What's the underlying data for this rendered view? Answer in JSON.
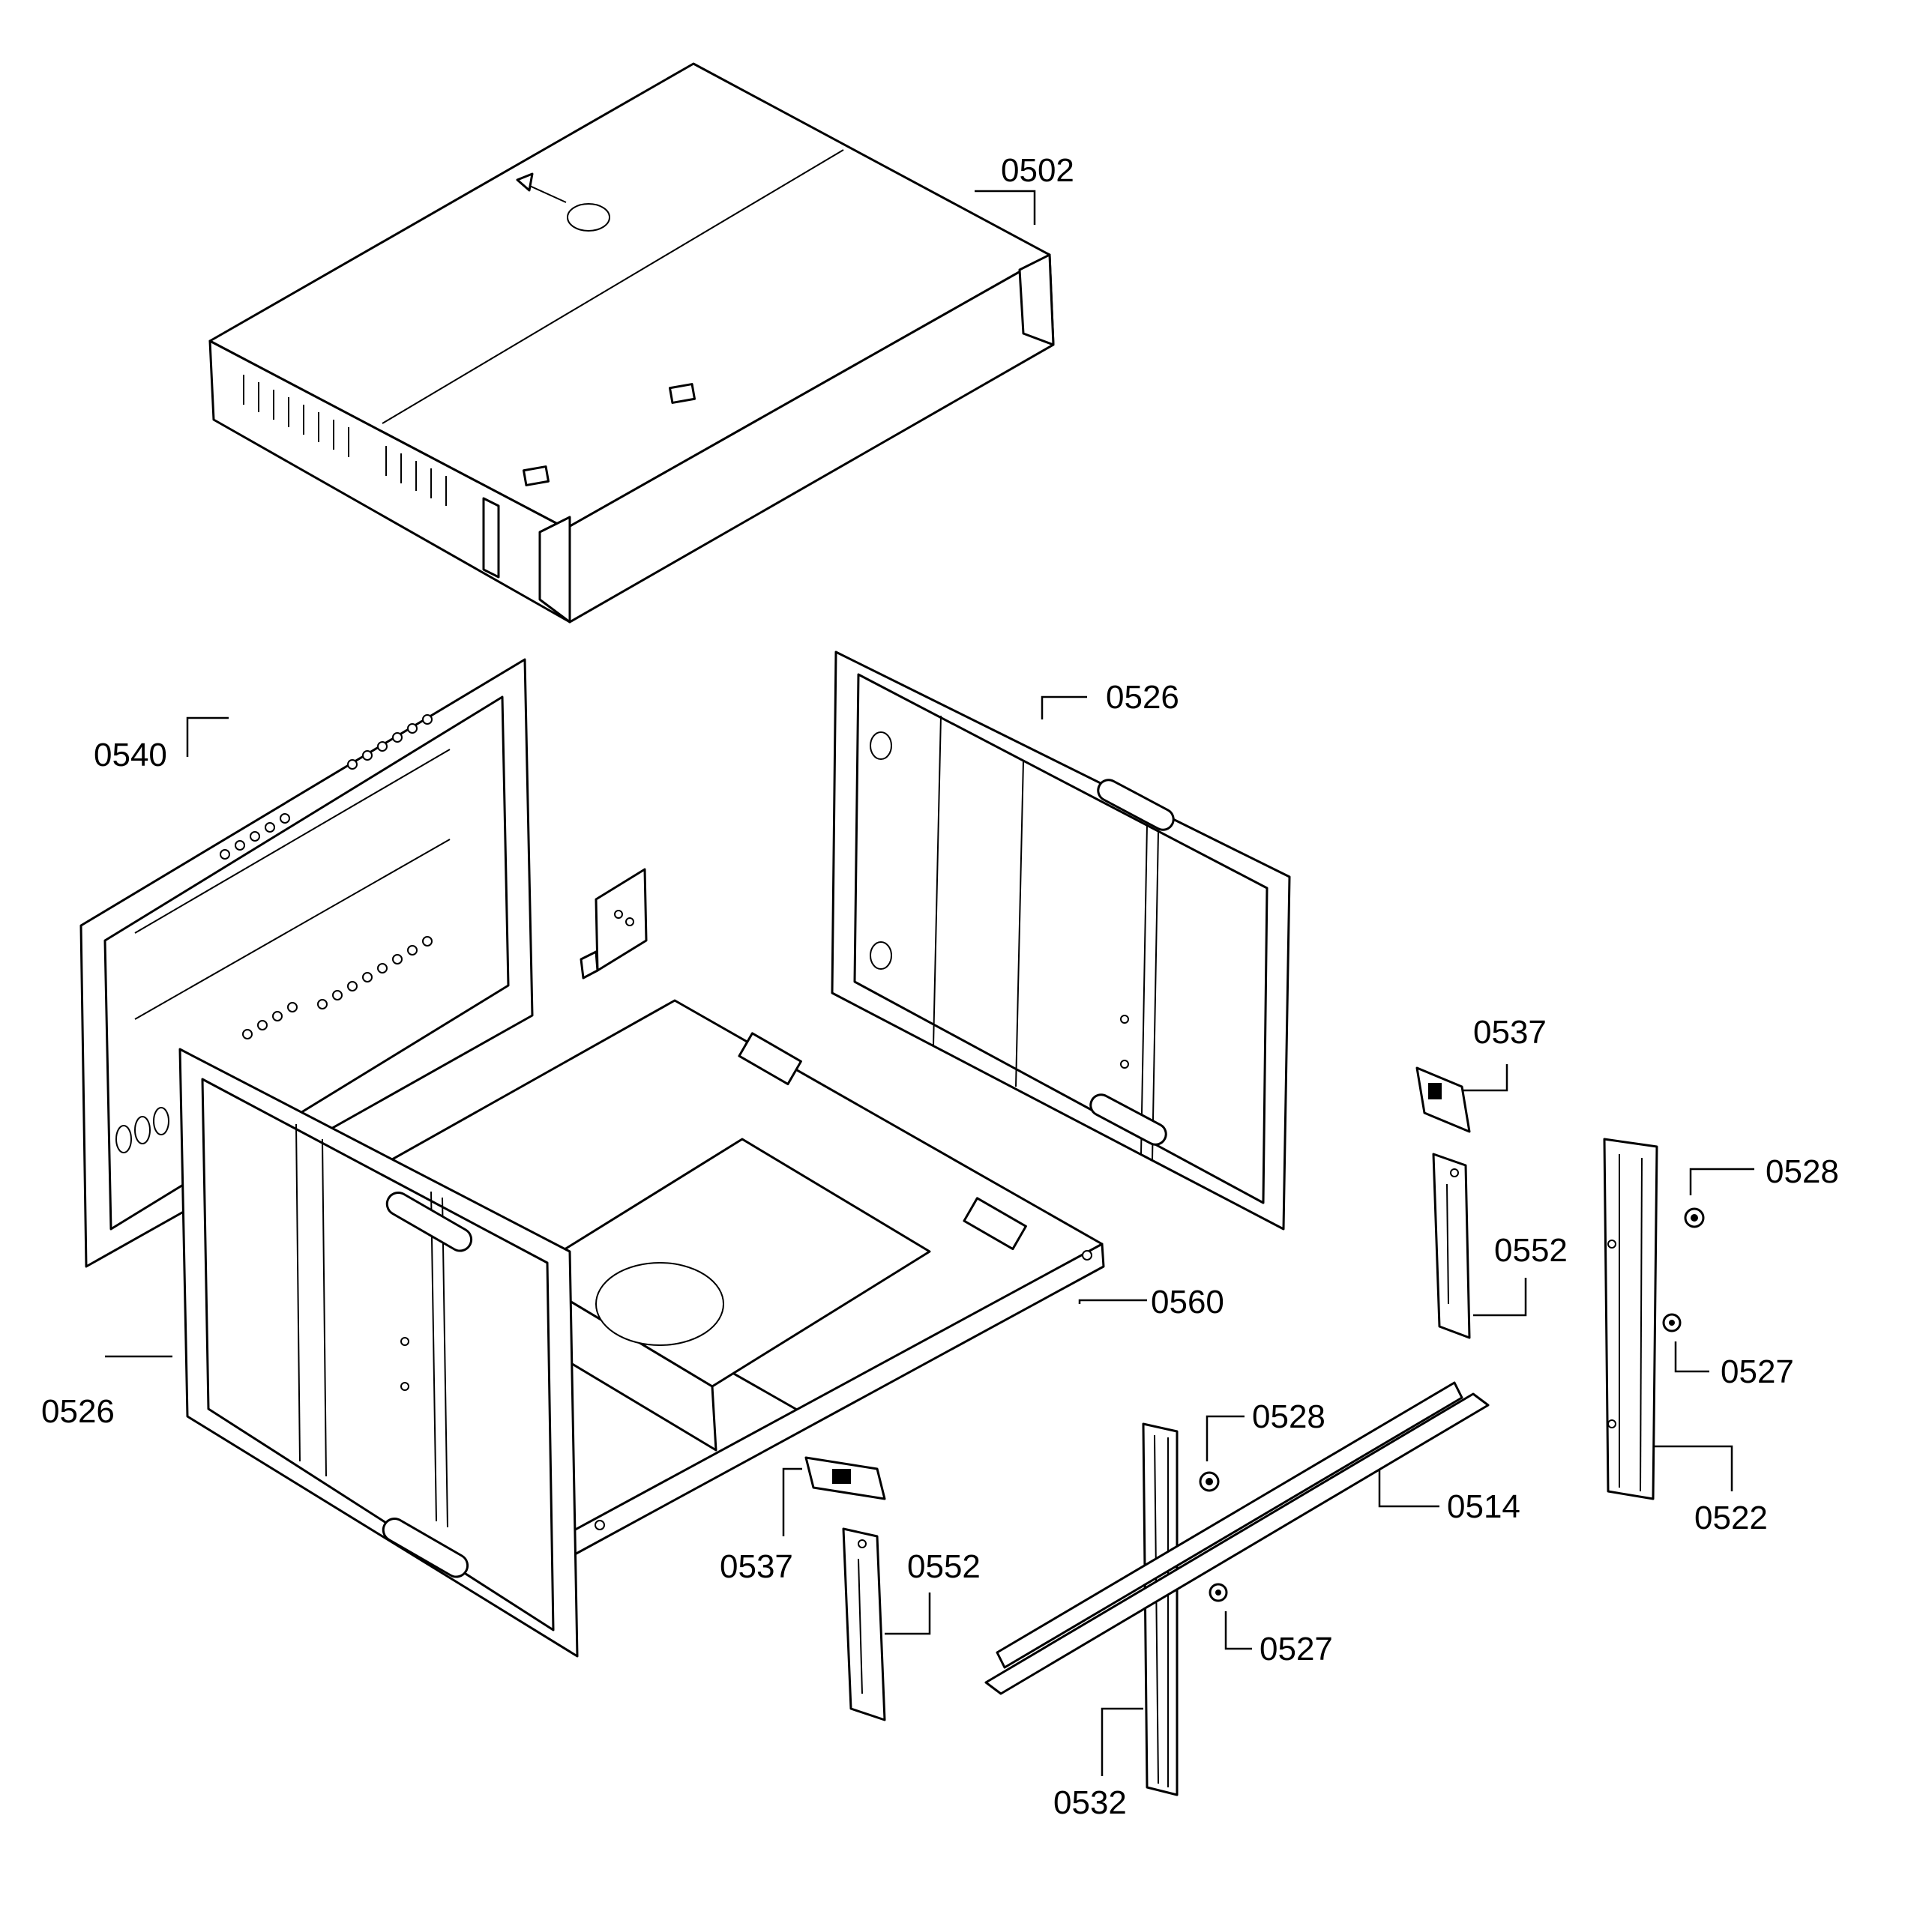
{
  "labels": {
    "l0502": "0502",
    "l0540": "0540",
    "l0526a": "0526",
    "l0526b": "0526",
    "l0537a": "0537",
    "l0537b": "0537",
    "l0528a": "0528",
    "l0528b": "0528",
    "l0552a": "0552",
    "l0552b": "0552",
    "l0560": "0560",
    "l0527a": "0527",
    "l0527b": "0527",
    "l0514": "0514",
    "l0522": "0522",
    "l0532": "0532"
  }
}
